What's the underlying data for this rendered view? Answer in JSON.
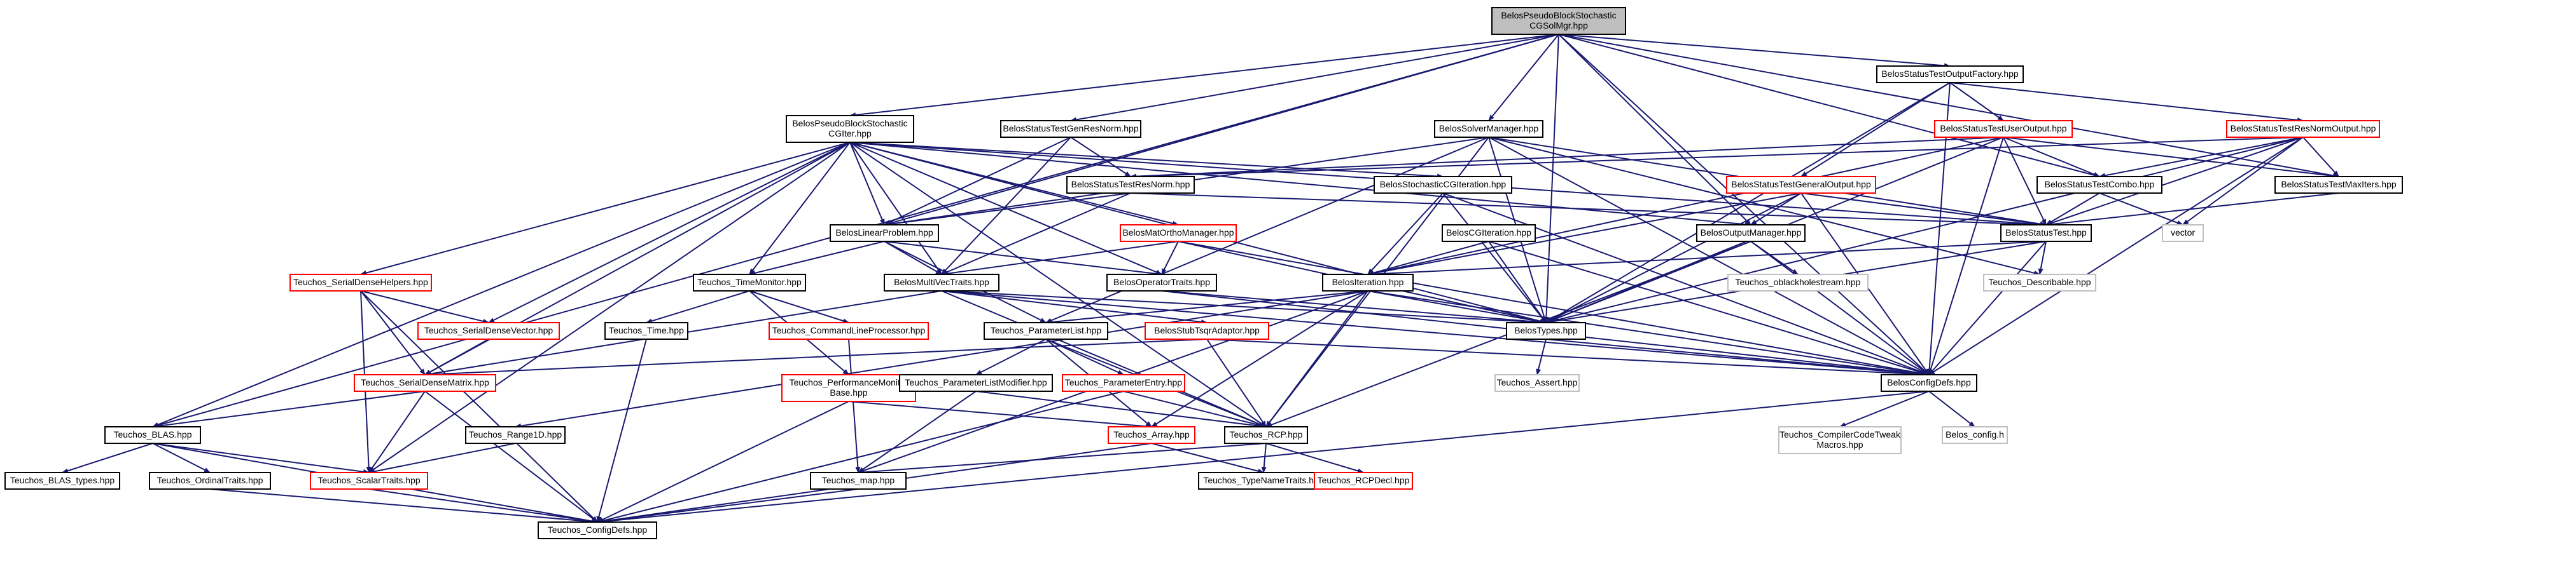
{
  "colors": {
    "edge": "#191970",
    "border_normal": "#000000",
    "border_external": "#ff0000",
    "border_system": "#bfbfbf",
    "root_fill": "#bfbfbf",
    "fill": "#ffffff"
  },
  "nodes": [
    {
      "id": "root",
      "lines": [
        "BelosPseudoBlockStochastic",
        "CGSolMgr.hpp"
      ],
      "kind": "root"
    },
    {
      "id": "status_test_output_factory",
      "lines": [
        "BelosStatusTestOutputFactory.hpp"
      ],
      "kind": "normal"
    },
    {
      "id": "pseudo_block_stochastic_cg_iter",
      "lines": [
        "BelosPseudoBlockStochastic",
        "CGIter.hpp"
      ],
      "kind": "normal"
    },
    {
      "id": "status_test_gen_res_norm",
      "lines": [
        "BelosStatusTestGenResNorm.hpp"
      ],
      "kind": "normal"
    },
    {
      "id": "solver_manager",
      "lines": [
        "BelosSolverManager.hpp"
      ],
      "kind": "normal"
    },
    {
      "id": "status_test_user_output",
      "lines": [
        "BelosStatusTestUserOutput.hpp"
      ],
      "kind": "external"
    },
    {
      "id": "status_test_res_norm_output",
      "lines": [
        "BelosStatusTestResNormOutput.hpp"
      ],
      "kind": "external"
    },
    {
      "id": "status_test_res_norm",
      "lines": [
        "BelosStatusTestResNorm.hpp"
      ],
      "kind": "normal"
    },
    {
      "id": "stochastic_cg_iteration",
      "lines": [
        "BelosStochasticCGIteration.hpp"
      ],
      "kind": "normal"
    },
    {
      "id": "status_test_general_output",
      "lines": [
        "BelosStatusTestGeneralOutput.hpp"
      ],
      "kind": "external"
    },
    {
      "id": "status_test_combo",
      "lines": [
        "BelosStatusTestCombo.hpp"
      ],
      "kind": "normal"
    },
    {
      "id": "status_test_maxiters",
      "lines": [
        "BelosStatusTestMaxIters.hpp"
      ],
      "kind": "normal"
    },
    {
      "id": "linear_problem",
      "lines": [
        "BelosLinearProblem.hpp"
      ],
      "kind": "normal"
    },
    {
      "id": "mat_ortho_manager",
      "lines": [
        "BelosMatOrthoManager.hpp"
      ],
      "kind": "external"
    },
    {
      "id": "cg_iteration",
      "lines": [
        "BelosCGIteration.hpp"
      ],
      "kind": "normal"
    },
    {
      "id": "output_manager",
      "lines": [
        "BelosOutputManager.hpp"
      ],
      "kind": "normal"
    },
    {
      "id": "status_test",
      "lines": [
        "BelosStatusTest.hpp"
      ],
      "kind": "normal"
    },
    {
      "id": "vector",
      "lines": [
        "vector"
      ],
      "kind": "system"
    },
    {
      "id": "serial_dense_helpers",
      "lines": [
        "Teuchos_SerialDenseHelpers.hpp"
      ],
      "kind": "external"
    },
    {
      "id": "time_monitor",
      "lines": [
        "Teuchos_TimeMonitor.hpp"
      ],
      "kind": "normal"
    },
    {
      "id": "multi_vec_traits",
      "lines": [
        "BelosMultiVecTraits.hpp"
      ],
      "kind": "normal"
    },
    {
      "id": "operator_traits",
      "lines": [
        "BelosOperatorTraits.hpp"
      ],
      "kind": "normal"
    },
    {
      "id": "iteration",
      "lines": [
        "BelosIteration.hpp"
      ],
      "kind": "normal"
    },
    {
      "id": "oblackholestream",
      "lines": [
        "Teuchos_oblackholestream.hpp"
      ],
      "kind": "system"
    },
    {
      "id": "describable",
      "lines": [
        "Teuchos_Describable.hpp"
      ],
      "kind": "system"
    },
    {
      "id": "time",
      "lines": [
        "Teuchos_Time.hpp"
      ],
      "kind": "normal"
    },
    {
      "id": "command_line_processor",
      "lines": [
        "Teuchos_CommandLineProcessor.hpp"
      ],
      "kind": "external"
    },
    {
      "id": "serial_dense_vector",
      "lines": [
        "Teuchos_SerialDenseVector.hpp"
      ],
      "kind": "external"
    },
    {
      "id": "parameter_list",
      "lines": [
        "Teuchos_ParameterList.hpp"
      ],
      "kind": "normal"
    },
    {
      "id": "stub_tsqr_adaptor",
      "lines": [
        "BelosStubTsqrAdaptor.hpp"
      ],
      "kind": "external"
    },
    {
      "id": "types",
      "lines": [
        "BelosTypes.hpp"
      ],
      "kind": "normal"
    },
    {
      "id": "serial_dense_matrix",
      "lines": [
        "Teuchos_SerialDenseMatrix.hpp"
      ],
      "kind": "external"
    },
    {
      "id": "performance_monitor_base",
      "lines": [
        "Teuchos_PerformanceMonitor",
        "Base.hpp"
      ],
      "kind": "external"
    },
    {
      "id": "parameter_list_modifier",
      "lines": [
        "Teuchos_ParameterListModifier.hpp"
      ],
      "kind": "normal"
    },
    {
      "id": "parameter_entry",
      "lines": [
        "Teuchos_ParameterEntry.hpp"
      ],
      "kind": "external"
    },
    {
      "id": "assert",
      "lines": [
        "Teuchos_Assert.hpp"
      ],
      "kind": "system"
    },
    {
      "id": "config_defs",
      "lines": [
        "BelosConfigDefs.hpp"
      ],
      "kind": "normal"
    },
    {
      "id": "range1d",
      "lines": [
        "Teuchos_Range1D.hpp"
      ],
      "kind": "normal"
    },
    {
      "id": "array",
      "lines": [
        "Teuchos_Array.hpp"
      ],
      "kind": "external"
    },
    {
      "id": "rcp",
      "lines": [
        "Teuchos_RCP.hpp"
      ],
      "kind": "normal"
    },
    {
      "id": "compiler_code_tweak_macros",
      "lines": [
        "Teuchos_CompilerCodeTweak",
        "Macros.hpp"
      ],
      "kind": "system"
    },
    {
      "id": "belos_config_h",
      "lines": [
        "Belos_config.h"
      ],
      "kind": "system"
    },
    {
      "id": "blas",
      "lines": [
        "Teuchos_BLAS.hpp"
      ],
      "kind": "normal"
    },
    {
      "id": "blas_types",
      "lines": [
        "Teuchos_BLAS_types.hpp"
      ],
      "kind": "normal"
    },
    {
      "id": "ordinal_traits",
      "lines": [
        "Teuchos_OrdinalTraits.hpp"
      ],
      "kind": "normal"
    },
    {
      "id": "scalar_traits",
      "lines": [
        "Teuchos_ScalarTraits.hpp"
      ],
      "kind": "external"
    },
    {
      "id": "map",
      "lines": [
        "Teuchos_map.hpp"
      ],
      "kind": "normal"
    },
    {
      "id": "type_name_traits",
      "lines": [
        "Teuchos_TypeNameTraits.hpp"
      ],
      "kind": "normal"
    },
    {
      "id": "rcp_decl",
      "lines": [
        "Teuchos_RCPDecl.hpp"
      ],
      "kind": "external"
    },
    {
      "id": "teuchos_config_defs",
      "lines": [
        "Teuchos_ConfigDefs.hpp"
      ],
      "kind": "normal"
    }
  ],
  "edges": [
    [
      "root",
      "status_test_output_factory"
    ],
    [
      "root",
      "pseudo_block_stochastic_cg_iter"
    ],
    [
      "root",
      "status_test_gen_res_norm"
    ],
    [
      "root",
      "solver_manager"
    ],
    [
      "root",
      "blas"
    ],
    [
      "root",
      "linear_problem"
    ],
    [
      "root",
      "output_manager"
    ],
    [
      "root",
      "types"
    ],
    [
      "root",
      "config_defs"
    ],
    [
      "root",
      "status_test_combo"
    ],
    [
      "root",
      "status_test_maxiters"
    ],
    [
      "status_test_output_factory",
      "status_test_general_output"
    ],
    [
      "status_test_output_factory",
      "status_test_res_norm_output"
    ],
    [
      "status_test_output_factory",
      "status_test_user_output"
    ],
    [
      "status_test_output_factory",
      "types"
    ],
    [
      "status_test_output_factory",
      "config_defs"
    ],
    [
      "pseudo_block_stochastic_cg_iter",
      "linear_problem"
    ],
    [
      "pseudo_block_stochastic_cg_iter",
      "multi_vec_traits"
    ],
    [
      "pseudo_block_stochastic_cg_iter",
      "operator_traits"
    ],
    [
      "pseudo_block_stochastic_cg_iter",
      "mat_ortho_manager"
    ],
    [
      "pseudo_block_stochastic_cg_iter",
      "output_manager"
    ],
    [
      "pseudo_block_stochastic_cg_iter",
      "status_test"
    ],
    [
      "pseudo_block_stochastic_cg_iter",
      "stochastic_cg_iteration"
    ],
    [
      "pseudo_block_stochastic_cg_iter",
      "serial_dense_matrix"
    ],
    [
      "pseudo_block_stochastic_cg_iter",
      "serial_dense_vector"
    ],
    [
      "pseudo_block_stochastic_cg_iter",
      "serial_dense_helpers"
    ],
    [
      "pseudo_block_stochastic_cg_iter",
      "scalar_traits"
    ],
    [
      "pseudo_block_stochastic_cg_iter",
      "time_monitor"
    ],
    [
      "pseudo_block_stochastic_cg_iter",
      "blas"
    ],
    [
      "pseudo_block_stochastic_cg_iter",
      "rcp"
    ],
    [
      "pseudo_block_stochastic_cg_iter",
      "types"
    ],
    [
      "status_test_gen_res_norm",
      "status_test_res_norm"
    ],
    [
      "status_test_gen_res_norm",
      "linear_problem"
    ],
    [
      "status_test_gen_res_norm",
      "multi_vec_traits"
    ],
    [
      "solver_manager",
      "types"
    ],
    [
      "solver_manager",
      "linear_problem"
    ],
    [
      "solver_manager",
      "status_test"
    ],
    [
      "solver_manager",
      "config_defs"
    ],
    [
      "solver_manager",
      "parameter_list"
    ],
    [
      "solver_manager",
      "describable"
    ],
    [
      "solver_manager",
      "rcp"
    ],
    [
      "status_test_user_output",
      "status_test_res_norm"
    ],
    [
      "status_test_user_output",
      "status_test_combo"
    ],
    [
      "status_test_user_output",
      "status_test_maxiters"
    ],
    [
      "status_test_user_output",
      "status_test"
    ],
    [
      "status_test_user_output",
      "iteration"
    ],
    [
      "status_test_user_output",
      "types"
    ],
    [
      "status_test_user_output",
      "config_defs"
    ],
    [
      "status_test_res_norm_output",
      "status_test_res_norm"
    ],
    [
      "status_test_res_norm_output",
      "status_test_combo"
    ],
    [
      "status_test_res_norm_output",
      "status_test_maxiters"
    ],
    [
      "status_test_res_norm_output",
      "status_test"
    ],
    [
      "status_test_res_norm_output",
      "vector"
    ],
    [
      "status_test_res_norm_output",
      "types"
    ],
    [
      "status_test_res_norm_output",
      "config_defs"
    ],
    [
      "status_test_res_norm",
      "status_test"
    ],
    [
      "status_test_res_norm",
      "linear_problem"
    ],
    [
      "status_test_res_norm",
      "multi_vec_traits"
    ],
    [
      "stochastic_cg_iteration",
      "iteration"
    ],
    [
      "stochastic_cg_iteration",
      "types"
    ],
    [
      "stochastic_cg_iteration",
      "config_defs"
    ],
    [
      "status_test_general_output",
      "status_test"
    ],
    [
      "status_test_general_output",
      "output_manager"
    ],
    [
      "status_test_general_output",
      "iteration"
    ],
    [
      "status_test_general_output",
      "types"
    ],
    [
      "status_test_general_output",
      "config_defs"
    ],
    [
      "status_test_combo",
      "status_test"
    ],
    [
      "status_test_combo",
      "vector"
    ],
    [
      "status_test_maxiters",
      "status_test"
    ],
    [
      "linear_problem",
      "multi_vec_traits"
    ],
    [
      "linear_problem",
      "operator_traits"
    ],
    [
      "linear_problem",
      "time_monitor"
    ],
    [
      "linear_problem",
      "parameter_list"
    ],
    [
      "mat_ortho_manager",
      "multi_vec_traits"
    ],
    [
      "mat_ortho_manager",
      "operator_traits"
    ],
    [
      "mat_ortho_manager",
      "types"
    ],
    [
      "mat_ortho_manager",
      "config_defs"
    ],
    [
      "cg_iteration",
      "iteration"
    ],
    [
      "cg_iteration",
      "types"
    ],
    [
      "cg_iteration",
      "config_defs"
    ],
    [
      "output_manager",
      "types"
    ],
    [
      "output_manager",
      "oblackholestream"
    ],
    [
      "output_manager",
      "rcp"
    ],
    [
      "output_manager",
      "config_defs"
    ],
    [
      "status_test",
      "types"
    ],
    [
      "status_test",
      "describable"
    ],
    [
      "status_test",
      "config_defs"
    ],
    [
      "status_test",
      "iteration"
    ],
    [
      "time_monitor",
      "time"
    ],
    [
      "time_monitor",
      "performance_monitor_base"
    ],
    [
      "time_monitor",
      "command_line_processor"
    ],
    [
      "multi_vec_traits",
      "types"
    ],
    [
      "multi_vec_traits",
      "stub_tsqr_adaptor"
    ],
    [
      "multi_vec_traits",
      "serial_dense_matrix"
    ],
    [
      "multi_vec_traits",
      "rcp"
    ],
    [
      "multi_vec_traits",
      "config_defs"
    ],
    [
      "operator_traits",
      "types"
    ],
    [
      "operator_traits",
      "config_defs"
    ],
    [
      "iteration",
      "types"
    ],
    [
      "iteration",
      "rcp"
    ],
    [
      "iteration",
      "parameter_list"
    ],
    [
      "iteration",
      "config_defs"
    ],
    [
      "iteration",
      "array"
    ],
    [
      "iteration",
      "range1d"
    ],
    [
      "iteration",
      "map"
    ],
    [
      "time",
      "teuchos_config_defs"
    ],
    [
      "command_line_processor",
      "map"
    ],
    [
      "serial_dense_vector",
      "serial_dense_matrix"
    ],
    [
      "serial_dense_helpers",
      "serial_dense_matrix"
    ],
    [
      "serial_dense_helpers",
      "serial_dense_vector"
    ],
    [
      "serial_dense_helpers",
      "scalar_traits"
    ],
    [
      "serial_dense_helpers",
      "teuchos_config_defs"
    ],
    [
      "parameter_list",
      "parameter_list_modifier"
    ],
    [
      "parameter_list",
      "parameter_entry"
    ],
    [
      "parameter_list",
      "array"
    ],
    [
      "parameter_list",
      "rcp"
    ],
    [
      "stub_tsqr_adaptor",
      "serial_dense_matrix"
    ],
    [
      "stub_tsqr_adaptor",
      "config_defs"
    ],
    [
      "stub_tsqr_adaptor",
      "rcp"
    ],
    [
      "types",
      "assert"
    ],
    [
      "types",
      "config_defs"
    ],
    [
      "serial_dense_matrix",
      "blas"
    ],
    [
      "serial_dense_matrix",
      "scalar_traits"
    ],
    [
      "serial_dense_matrix",
      "teuchos_config_defs"
    ],
    [
      "performance_monitor_base",
      "array"
    ],
    [
      "performance_monitor_base",
      "teuchos_config_defs"
    ],
    [
      "parameter_list_modifier",
      "map"
    ],
    [
      "parameter_list_modifier",
      "rcp"
    ],
    [
      "parameter_entry",
      "rcp"
    ],
    [
      "parameter_entry",
      "teuchos_config_defs"
    ],
    [
      "config_defs",
      "compiler_code_tweak_macros"
    ],
    [
      "config_defs",
      "belos_config_h"
    ],
    [
      "config_defs",
      "teuchos_config_defs"
    ],
    [
      "range1d",
      "scalar_traits"
    ],
    [
      "array",
      "type_name_traits"
    ],
    [
      "array",
      "teuchos_config_defs"
    ],
    [
      "rcp",
      "type_name_traits"
    ],
    [
      "rcp",
      "rcp_decl"
    ],
    [
      "rcp",
      "map"
    ],
    [
      "blas",
      "blas_types"
    ],
    [
      "blas",
      "ordinal_traits"
    ],
    [
      "blas",
      "scalar_traits"
    ],
    [
      "blas",
      "teuchos_config_defs"
    ],
    [
      "ordinal_traits",
      "teuchos_config_defs"
    ],
    [
      "scalar_traits",
      "teuchos_config_defs"
    ],
    [
      "map",
      "teuchos_config_defs"
    ]
  ]
}
